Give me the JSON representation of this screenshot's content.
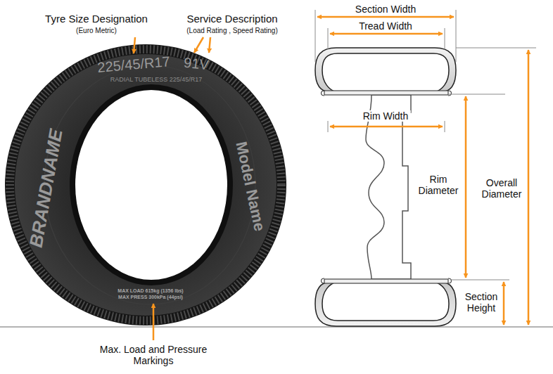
{
  "diagram": {
    "labels": [
      "Tyre Size Designation",
      "(Euro Metric)",
      "Service Description",
      "(Load Rating , Speed Rating)",
      "225/45/R17",
      "91V",
      "RADIAL TUBELESS 225/45/R17",
      "BRANDNAME",
      "Model Name",
      "MAX LOAD 615kg (1356 lbs)",
      "MAX PRESS 300kPa (44psi)",
      "Max. Load and Pressure Markings",
      "Section Width",
      "Tread Width",
      "Rim Width",
      "Rim Diameter",
      "Overall Diameter",
      "Section Height"
    ]
  }
}
